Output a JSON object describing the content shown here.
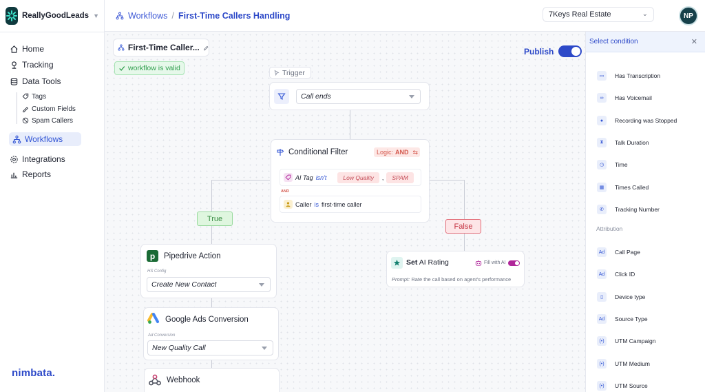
{
  "brand": {
    "name": "ReallyGoodLeads",
    "footer_logo": "nimbata."
  },
  "sidebar": {
    "items": [
      {
        "label": "Home",
        "icon": "home-icon"
      },
      {
        "label": "Tracking",
        "icon": "pin-icon"
      },
      {
        "label": "Data Tools",
        "icon": "database-icon"
      },
      {
        "label": "Workflows",
        "icon": "workflow-icon",
        "active": true
      },
      {
        "label": "Integrations",
        "icon": "gear-icon"
      },
      {
        "label": "Reports",
        "icon": "bar-chart-icon"
      }
    ],
    "data_tools_sub": [
      {
        "label": "Tags",
        "icon": "tag-icon"
      },
      {
        "label": "Custom Fields",
        "icon": "fields-icon"
      },
      {
        "label": "Spam Callers",
        "icon": "block-icon"
      }
    ]
  },
  "header": {
    "crumb_root": "Workflows",
    "crumb_separator": "/",
    "crumb_current": "First-Time Callers Handling",
    "workspace": "7Keys Real Estate",
    "avatar_initials": "NP"
  },
  "canvas": {
    "workflow_title": "First-Time Caller...",
    "valid_text": "workflow is valid",
    "publish_label": "Publish",
    "publish_on": true,
    "trigger_label": "Trigger",
    "trigger_value": "Call ends",
    "filter": {
      "title": "Conditional Filter",
      "logic_label": "Logic:",
      "logic_value": "AND",
      "row1_field": "AI Tag",
      "row1_operator": "isn't",
      "row1_value1": "Low Quality",
      "row1_comma": ",",
      "row1_value2": "SPAM",
      "join": "AND",
      "row2_field": "Caller",
      "row2_operator": "is",
      "row2_value": "first-time caller"
    },
    "branch_true": "True",
    "branch_false": "False",
    "pipedrive": {
      "title": "Pipedrive Action",
      "sub_label": "HS Config",
      "value": "Create New Contact"
    },
    "google_ads": {
      "title": "Google Ads Conversion",
      "sub_label": "Ad Conversion",
      "value": "New Quality Call"
    },
    "webhook": {
      "title": "Webhook"
    },
    "ai_rating": {
      "title_bold": "Set",
      "title_rest": "AI Rating",
      "fill_label": "Fill with AI",
      "prompt_label": "Prompt:",
      "prompt_text": "Rate the call based on agent's performance"
    }
  },
  "panel": {
    "title": "Select condition",
    "conditions": [
      {
        "label": "Has Transcription",
        "icon": "book-icon"
      },
      {
        "label": "Has Voicemail",
        "icon": "voicemail-icon"
      },
      {
        "label": "Recording was Stopped",
        "icon": "mic-icon"
      },
      {
        "label": "Talk Duration",
        "icon": "hourglass-icon"
      },
      {
        "label": "Time",
        "icon": "clock-icon"
      },
      {
        "label": "Times Called",
        "icon": "calendar-icon"
      },
      {
        "label": "Tracking Number",
        "icon": "phone-icon"
      }
    ],
    "section_label": "Attribution",
    "attribution": [
      {
        "label": "Call Page",
        "icon": "ad-icon"
      },
      {
        "label": "Click ID",
        "icon": "ad-icon"
      },
      {
        "label": "Device type",
        "icon": "device-icon"
      },
      {
        "label": "Source Type",
        "icon": "ad-icon"
      },
      {
        "label": "UTM Campaign",
        "icon": "utm-icon"
      },
      {
        "label": "UTM Medium",
        "icon": "utm-icon"
      },
      {
        "label": "UTM Source",
        "icon": "utm-icon"
      }
    ]
  },
  "colors": {
    "accent": "#2d49c8",
    "valid": "#2f9e4d",
    "true_branch": "#3a8e44",
    "false_branch": "#c4303f",
    "ai": "#b0269a"
  }
}
